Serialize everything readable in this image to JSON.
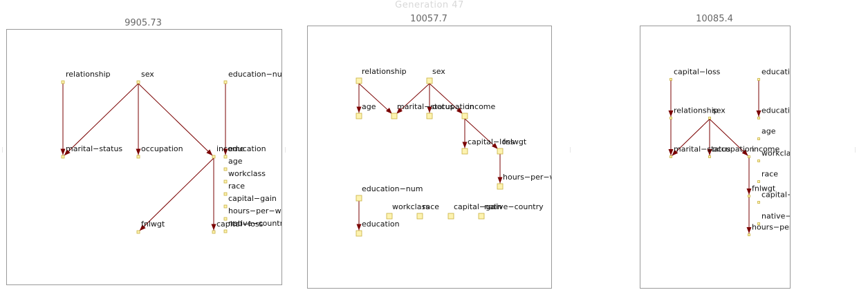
{
  "header": {
    "generation_title": "Generation 47"
  },
  "graphs": [
    {
      "score": "9905.73",
      "nodes": [
        {
          "id": "relationship",
          "label": "relationship"
        },
        {
          "id": "sex",
          "label": "sex"
        },
        {
          "id": "education-num",
          "label": "education−num"
        },
        {
          "id": "marital-status",
          "label": "marital−status"
        },
        {
          "id": "occupation",
          "label": "occupation"
        },
        {
          "id": "income",
          "label": "income"
        },
        {
          "id": "education",
          "label": "education"
        },
        {
          "id": "age",
          "label": "age"
        },
        {
          "id": "workclass",
          "label": "workclass"
        },
        {
          "id": "race",
          "label": "race"
        },
        {
          "id": "capital-gain",
          "label": "capital−gain"
        },
        {
          "id": "hours-per-week",
          "label": "hours−per−week"
        },
        {
          "id": "native-country",
          "label": "native−country"
        },
        {
          "id": "fnlwgt",
          "label": "fnlwgt"
        },
        {
          "id": "capital-loss",
          "label": "capital−loss"
        }
      ],
      "edges": [
        [
          "relationship",
          "marital-status"
        ],
        [
          "sex",
          "marital-status"
        ],
        [
          "sex",
          "occupation"
        ],
        [
          "sex",
          "income"
        ],
        [
          "education-num",
          "education"
        ],
        [
          "income",
          "fnlwgt"
        ],
        [
          "income",
          "capital-loss"
        ]
      ]
    },
    {
      "score": "10057.7",
      "nodes": [
        {
          "id": "relationship",
          "label": "relationship"
        },
        {
          "id": "sex",
          "label": "sex"
        },
        {
          "id": "age",
          "label": "age"
        },
        {
          "id": "marital-status",
          "label": "marital−status"
        },
        {
          "id": "occupation",
          "label": "occupation"
        },
        {
          "id": "income",
          "label": "income"
        },
        {
          "id": "capital-loss",
          "label": "capital−loss"
        },
        {
          "id": "fnlwgt",
          "label": "fnlwgt"
        },
        {
          "id": "hours-per-week",
          "label": "hours−per−week"
        },
        {
          "id": "education-num",
          "label": "education−num"
        },
        {
          "id": "education",
          "label": "education"
        },
        {
          "id": "workclass",
          "label": "workclass"
        },
        {
          "id": "race",
          "label": "race"
        },
        {
          "id": "capital-gain",
          "label": "capital−gain"
        },
        {
          "id": "native-country",
          "label": "native−country"
        }
      ],
      "edges": [
        [
          "relationship",
          "age"
        ],
        [
          "relationship",
          "marital-status"
        ],
        [
          "sex",
          "marital-status"
        ],
        [
          "sex",
          "occupation"
        ],
        [
          "sex",
          "income"
        ],
        [
          "income",
          "capital-loss"
        ],
        [
          "income",
          "fnlwgt"
        ],
        [
          "fnlwgt",
          "hours-per-week"
        ],
        [
          "education-num",
          "education"
        ]
      ]
    },
    {
      "score": "10085.4",
      "nodes": [
        {
          "id": "capital-loss",
          "label": "capital−loss"
        },
        {
          "id": "education-num",
          "label": "education−num"
        },
        {
          "id": "relationship",
          "label": "relationship"
        },
        {
          "id": "sex",
          "label": "sex"
        },
        {
          "id": "education",
          "label": "education"
        },
        {
          "id": "age",
          "label": "age"
        },
        {
          "id": "marital-status",
          "label": "marital−status"
        },
        {
          "id": "occupation",
          "label": "occupation"
        },
        {
          "id": "income",
          "label": "income"
        },
        {
          "id": "workclass",
          "label": "workclass"
        },
        {
          "id": "race",
          "label": "race"
        },
        {
          "id": "fnlwgt",
          "label": "fnlwgt"
        },
        {
          "id": "capital-gain",
          "label": "capital−gain"
        },
        {
          "id": "native-country",
          "label": "native−country"
        },
        {
          "id": "hours-per-week",
          "label": "hours−per−week"
        }
      ],
      "edges": [
        [
          "capital-loss",
          "relationship"
        ],
        [
          "education-num",
          "education"
        ],
        [
          "relationship",
          "marital-status"
        ],
        [
          "sex",
          "marital-status"
        ],
        [
          "sex",
          "occupation"
        ],
        [
          "sex",
          "income"
        ],
        [
          "income",
          "fnlwgt"
        ],
        [
          "fnlwgt",
          "hours-per-week"
        ]
      ]
    }
  ]
}
